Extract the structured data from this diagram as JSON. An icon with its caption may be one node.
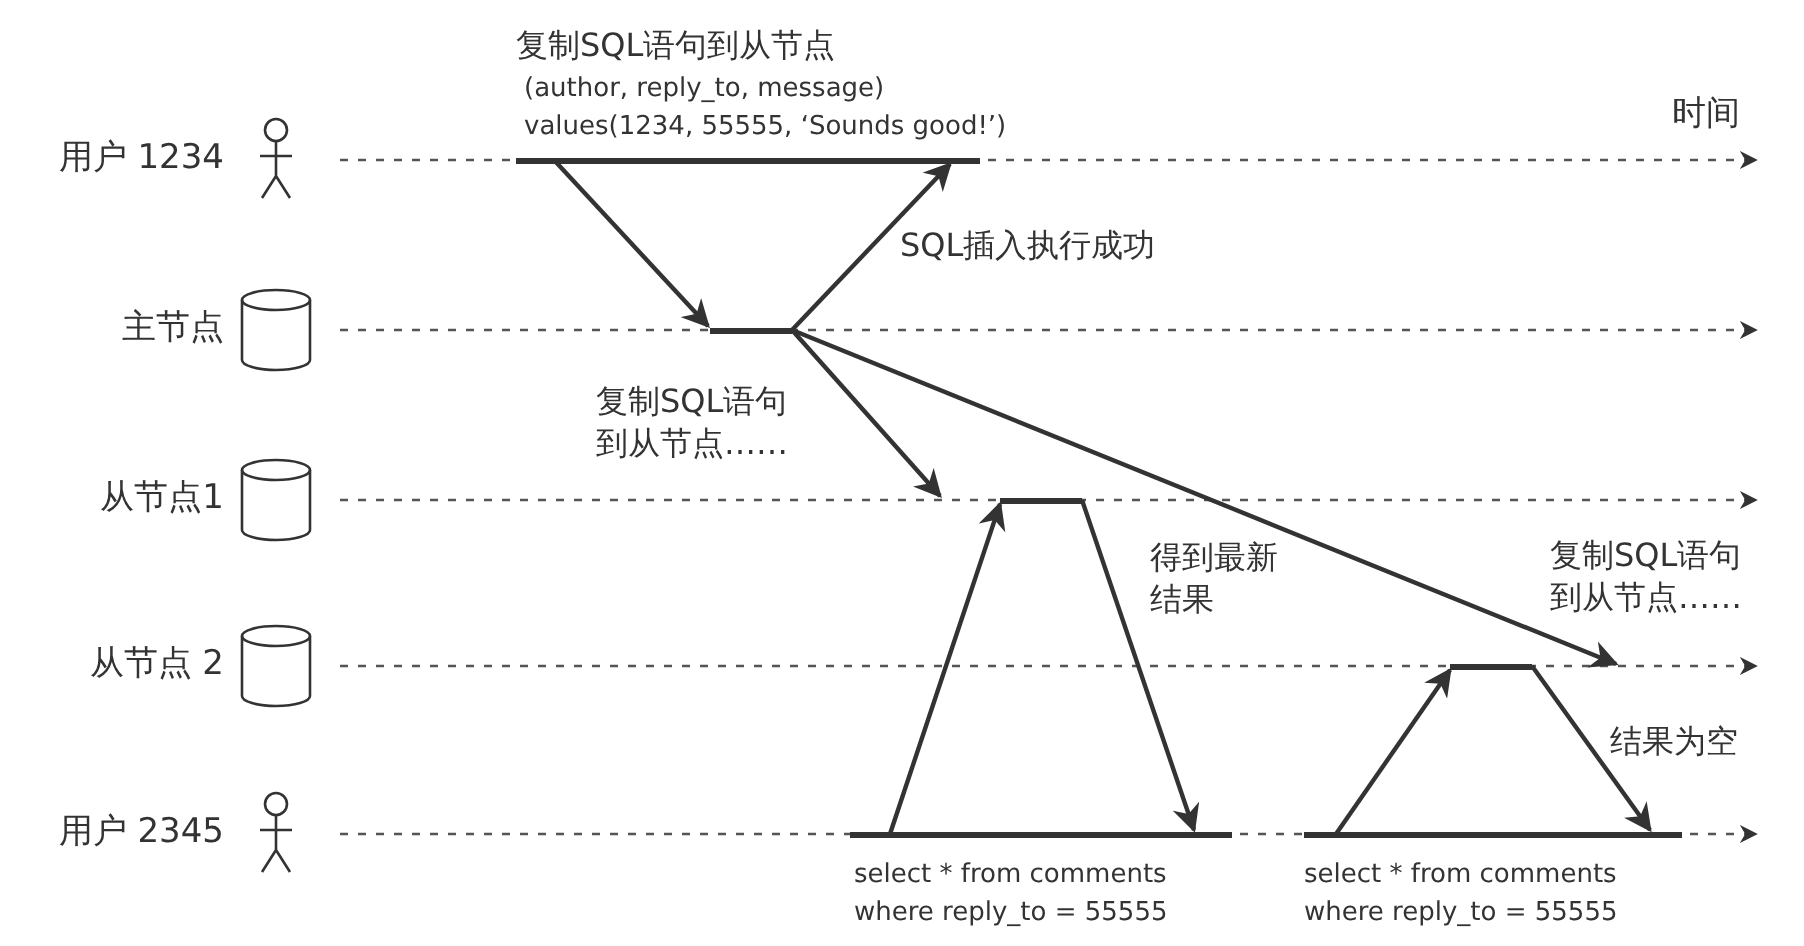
{
  "diagram": {
    "nodes": [
      {
        "text": [
          "用户 1234"
        ]
      },
      {
        "text": [
          "主节点"
        ]
      },
      {
        "text": [
          "从节点1"
        ]
      },
      {
        "text": [
          "从节点 2"
        ]
      },
      {
        "text": [
          "用户 2345"
        ]
      },
      {
        "text": [],
        "shape": "bar",
        "beside": [
          "复制SQL语句到从节点",
          "(author, reply_to, message) values(1234, 55555, ‘Sounds good!’)"
        ]
      },
      {
        "text": [],
        "shape": "bar"
      },
      {
        "text": [],
        "shape": "bar"
      },
      {
        "text": [],
        "shape": "bar"
      },
      {
        "text": [],
        "shape": "bar",
        "beside": [
          "select * from comments where reply_to = 55555"
        ]
      },
      {
        "text": [],
        "shape": "bar",
        "beside": [
          "select * from comments where reply_to = 55555"
        ]
      }
    ],
    "edges": [
      {
        "from": 5,
        "to": 6,
        "arrow": "to"
      },
      {
        "from": 6,
        "to": 5,
        "arrow": "to",
        "label": "SQL插入执行成功"
      },
      {
        "from": 6,
        "to": null,
        "arrow": "to",
        "label": "复制SQL语句到从节点……"
      },
      {
        "from": 6,
        "to": null,
        "arrow": "to",
        "label": "复制SQL语句到从节点……"
      },
      {
        "from": 9,
        "to": 7,
        "arrow": "to"
      },
      {
        "from": 7,
        "to": 9,
        "arrow": "to",
        "label": "得到最新结果"
      },
      {
        "from": 10,
        "to": 8,
        "arrow": "to"
      },
      {
        "from": 8,
        "to": 10,
        "arrow": "to",
        "label": "结果为空"
      }
    ],
    "labels": [
      "时间"
    ]
  }
}
